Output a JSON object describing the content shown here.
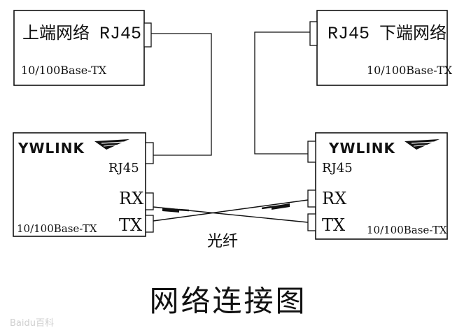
{
  "upstream_device": {
    "name": "上端网络",
    "port": "RJ45",
    "speed": "10/100Base-TX"
  },
  "downstream_device": {
    "name": "下端网络",
    "port": "RJ45",
    "speed": "10/100Base-TX"
  },
  "left_converter": {
    "brand": "YWLINK",
    "rj45_label": "RJ45",
    "rx_label": "RX",
    "tx_label": "TX",
    "speed": "10/100Base-TX"
  },
  "right_converter": {
    "brand": "YWLINK",
    "rj45_label": "RJ45",
    "rx_label": "RX",
    "tx_label": "TX",
    "speed": "10/100Base-TX"
  },
  "fiber_label": "光纤",
  "diagram_title": "网络连接图",
  "watermark": "Baidu百科"
}
